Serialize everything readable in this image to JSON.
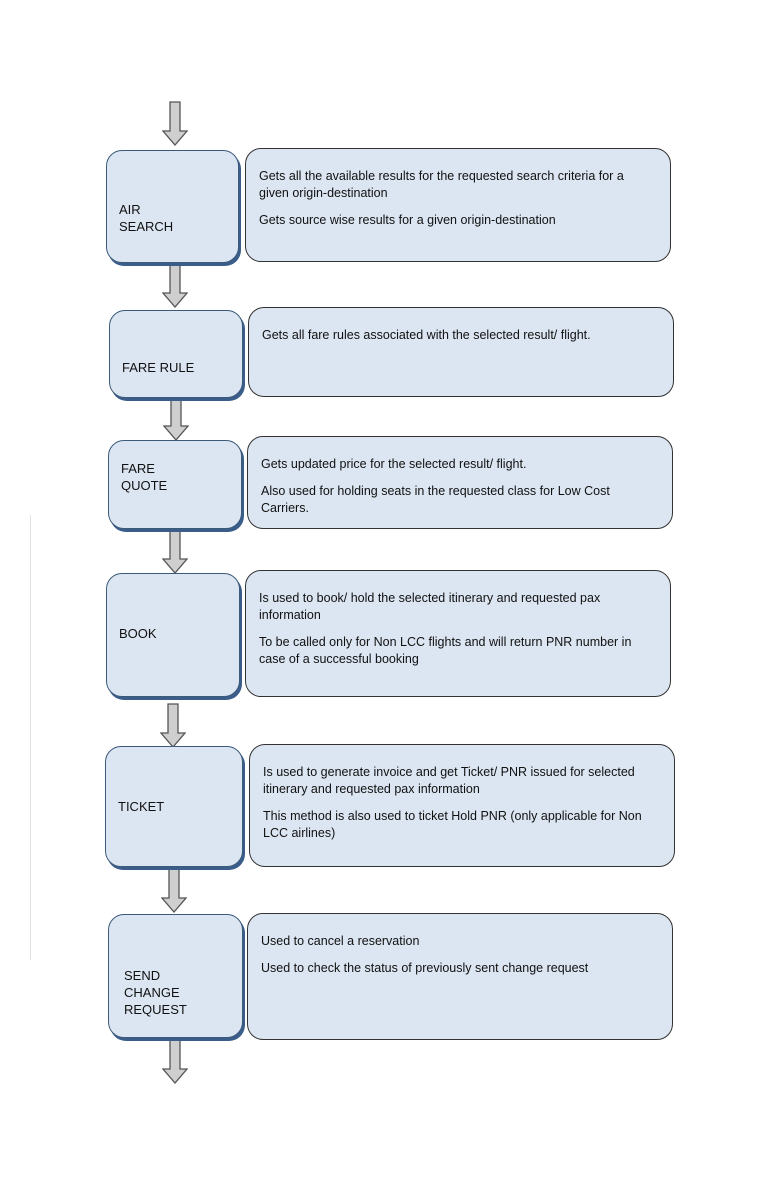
{
  "flow": {
    "steps": [
      {
        "label": "AIR\nSEARCH",
        "description": [
          "Gets all the available results for the requested search criteria for a given origin-destination",
          "Gets source wise results for a given origin-destination"
        ]
      },
      {
        "label": "FARE RULE",
        "description": [
          "Gets all fare rules associated with the selected result/ flight."
        ]
      },
      {
        "label": "FARE\nQUOTE",
        "description": [
          "Gets updated price for the selected result/ flight.",
          "Also used for holding seats in the requested class for Low Cost Carriers."
        ]
      },
      {
        "label": "BOOK",
        "description": [
          "Is used to book/ hold the selected itinerary and requested pax information",
          "To be called only for Non LCC flights and will return PNR number in case of a successful booking"
        ]
      },
      {
        "label": "TICKET",
        "description": [
          "Is used to generate invoice and get Ticket/ PNR issued for selected itinerary and requested pax information",
          "This method is also used to ticket Hold PNR (only applicable for Non LCC airlines)"
        ]
      },
      {
        "label": "SEND\nCHANGE\nREQUEST",
        "description": [
          "Used to cancel a reservation",
          "Used to check the status of previously sent change request"
        ]
      }
    ]
  }
}
